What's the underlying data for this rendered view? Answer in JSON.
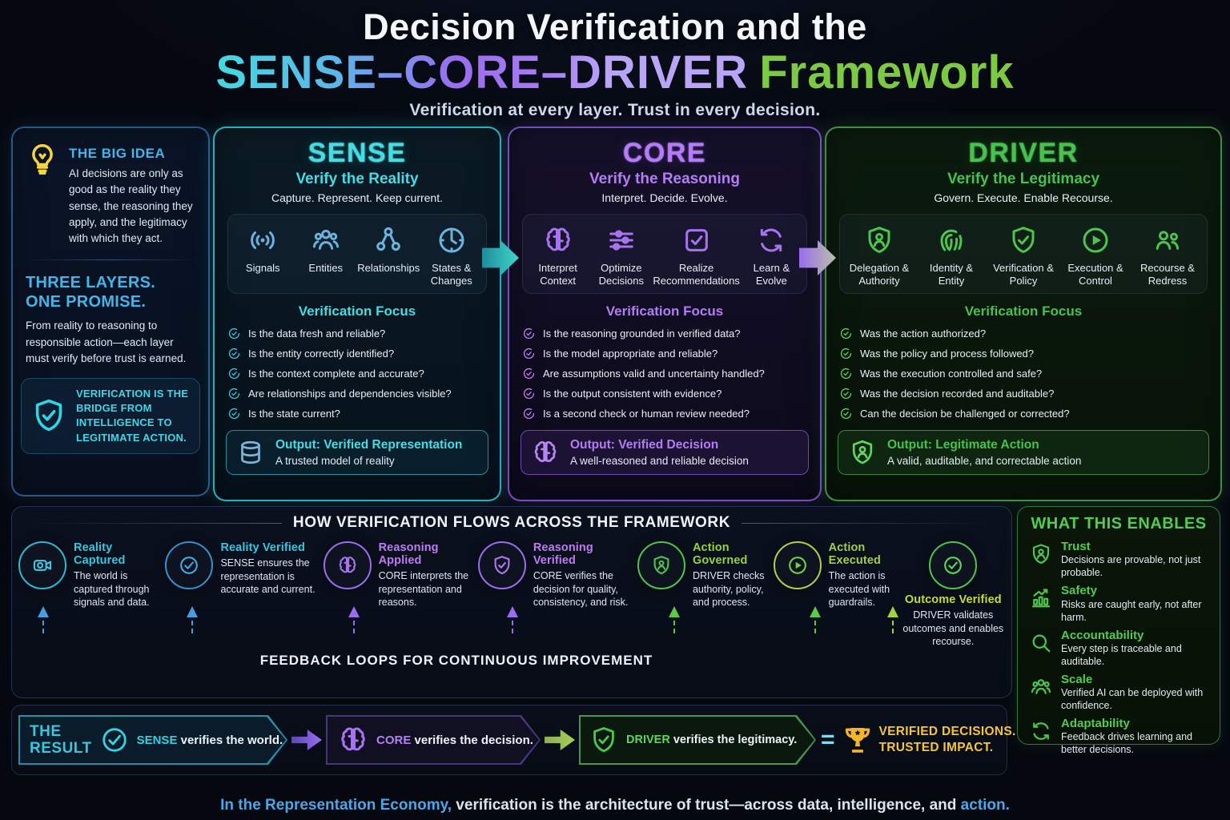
{
  "header": {
    "title_line1": "Decision Verification and the",
    "title_gradient": "SENSE–CORE–DRIVER",
    "title_suffix": "Framework",
    "subtitle": "Verification at every layer. Trust in every decision."
  },
  "big_idea": {
    "heading": "THE BIG IDEA",
    "body": "AI decisions are only as good as the reality they sense, the reasoning they apply, and the legitimacy with which they act.",
    "promise_line1": "THREE LAYERS.",
    "promise_line2": "ONE PROMISE.",
    "promise_body": "From reality to reasoning to responsible action—each layer must verify before trust is earned.",
    "callout": "VERIFICATION IS THE BRIDGE FROM INTELLIGENCE TO LEGITIMATE ACTION."
  },
  "sense": {
    "title": "SENSE",
    "subtitle": "Verify the Reality",
    "tagline": "Capture. Represent. Keep current.",
    "capabilities": [
      "Signals",
      "Entities",
      "Relationships",
      "States & Changes"
    ],
    "focus_title": "Verification Focus",
    "checks": [
      "Is the data fresh and reliable?",
      "Is the entity correctly identified?",
      "Is the context complete and accurate?",
      "Are relationships and dependencies visible?",
      "Is the state current?"
    ],
    "output_title": "Output: Verified Representation",
    "output_desc": "A trusted model of reality"
  },
  "core": {
    "title": "CORE",
    "subtitle": "Verify the Reasoning",
    "tagline": "Interpret. Decide. Evolve.",
    "capabilities": [
      "Interpret Context",
      "Optimize Decisions",
      "Realize Recommendations",
      "Learn & Evolve"
    ],
    "focus_title": "Verification Focus",
    "checks": [
      "Is the reasoning grounded in verified data?",
      "Is the model appropriate and reliable?",
      "Are assumptions valid and uncertainty handled?",
      "Is the output consistent with evidence?",
      "Is a second check or human review needed?"
    ],
    "output_title": "Output: Verified Decision",
    "output_desc": "A well-reasoned and reliable decision"
  },
  "driver": {
    "title": "DRIVER",
    "subtitle": "Verify the Legitimacy",
    "tagline": "Govern. Execute. Enable Recourse.",
    "capabilities": [
      "Delegation & Authority",
      "Identity & Entity",
      "Verification & Policy",
      "Execution & Control",
      "Recourse & Redress"
    ],
    "focus_title": "Verification Focus",
    "checks": [
      "Was the action authorized?",
      "Was the policy and process followed?",
      "Was the execution controlled and safe?",
      "Was the decision recorded and auditable?",
      "Can the decision be challenged or corrected?"
    ],
    "output_title": "Output: Legitimate Action",
    "output_desc": "A valid, auditable, and correctable action"
  },
  "flow": {
    "title": "HOW VERIFICATION FLOWS ACROSS THE FRAMEWORK",
    "steps": [
      {
        "title": "Reality Captured",
        "desc": "The world is captured through signals and data."
      },
      {
        "title": "Reality Verified",
        "desc": "SENSE ensures the representation is accurate and current."
      },
      {
        "title": "Reasoning Applied",
        "desc": "CORE interprets the representation and reasons."
      },
      {
        "title": "Reasoning Verified",
        "desc": "CORE verifies the decision for quality, consistency, and risk."
      },
      {
        "title": "Action Governed",
        "desc": "DRIVER checks authority, policy, and process."
      },
      {
        "title": "Action Executed",
        "desc": "The action is executed with guardrails."
      },
      {
        "title": "Outcome Verified",
        "desc": "DRIVER validates outcomes and enables recourse."
      }
    ],
    "feedback_label": "FEEDBACK LOOPS FOR CONTINUOUS IMPROVEMENT"
  },
  "enables": {
    "title": "WHAT THIS ENABLES",
    "items": [
      {
        "title": "Trust",
        "desc": "Decisions are provable, not just probable."
      },
      {
        "title": "Safety",
        "desc": "Risks are caught early, not after harm."
      },
      {
        "title": "Accountability",
        "desc": "Every step is traceable and auditable."
      },
      {
        "title": "Scale",
        "desc": "Verified AI can be deployed with confidence."
      },
      {
        "title": "Adaptability",
        "desc": "Feedback drives learning and better decisions."
      }
    ]
  },
  "result": {
    "label_line1": "THE",
    "label_line2": "RESULT",
    "sense_strong": "SENSE",
    "sense_rest": " verifies the world.",
    "core_strong": "CORE",
    "core_rest": " verifies the decision.",
    "driver_strong": "DRIVER",
    "driver_rest": " verifies the legitimacy.",
    "equals": "=",
    "impact_line1": "VERIFIED DECISIONS.",
    "impact_line2": "TRUSTED IMPACT."
  },
  "footer": {
    "prefix": "In the Representation Economy,",
    "middle": " verification is the architecture of trust—across data, intelligence, and ",
    "suffix": "action."
  },
  "colors": {
    "sense": "#3fd6e4",
    "core": "#a873f0",
    "driver": "#4ec44e",
    "gold": "#f2c23e",
    "blue": "#45b4e8"
  }
}
